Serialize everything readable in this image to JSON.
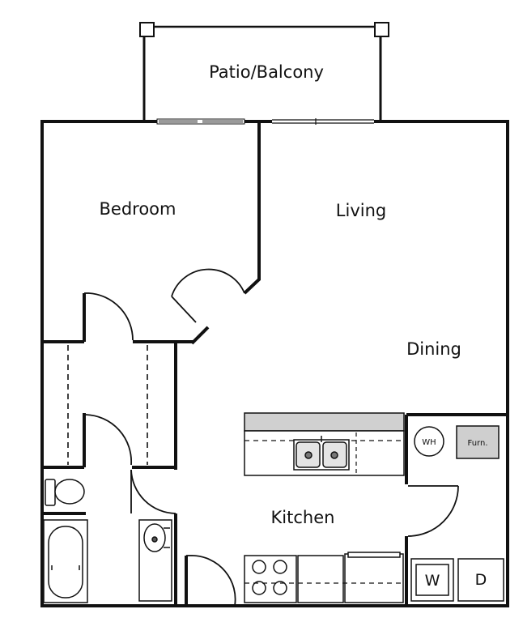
{
  "rooms": {
    "patio": "Patio/Balcony",
    "bedroom": "Bedroom",
    "living": "Living",
    "dining": "Dining",
    "kitchen": "Kitchen"
  },
  "appliances": {
    "water_heater": "WH",
    "furnace": "Furn.",
    "washer": "W",
    "dryer": "D"
  },
  "colors": {
    "wall": "#111111",
    "counter": "#d0d0d0",
    "furnace_fill": "#cfcfcf",
    "background": "#ffffff"
  }
}
